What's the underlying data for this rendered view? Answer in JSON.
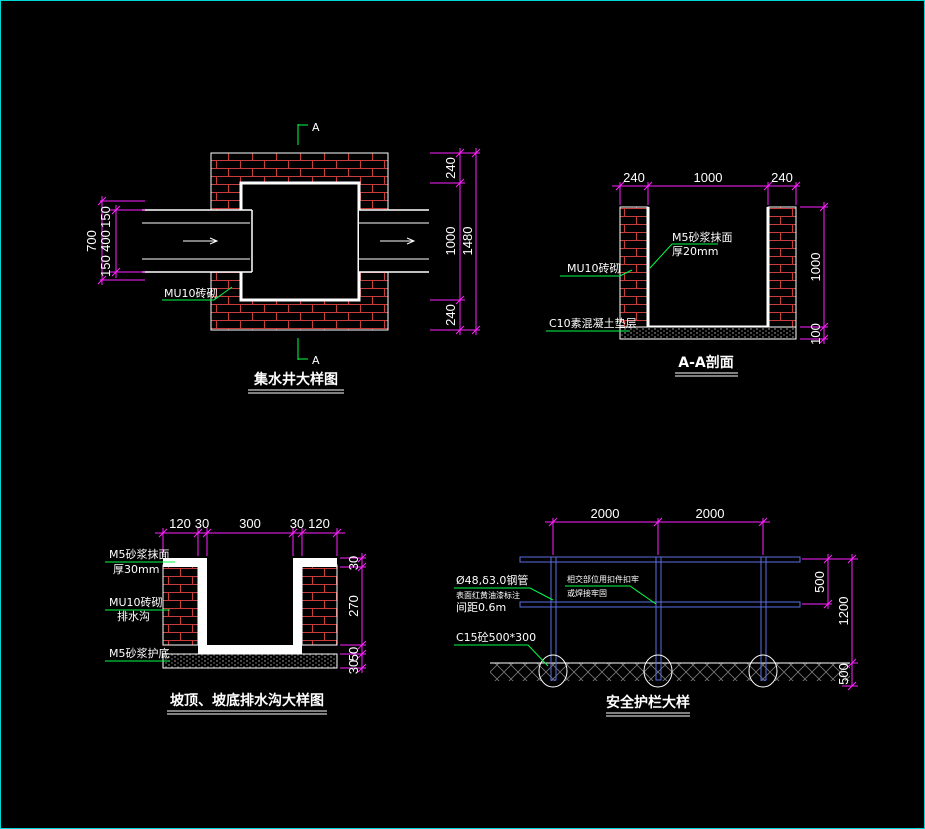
{
  "sump": {
    "title": "集水井大样图",
    "section_mark_top": "A",
    "section_mark_bottom": "A",
    "dim_right": [
      "240",
      "1000",
      "240"
    ],
    "dim_right_total": "1480",
    "dim_left": [
      "150",
      "400",
      "150"
    ],
    "dim_left_total": "700",
    "note_mu10": "MU10砖砌"
  },
  "section_aa": {
    "title": "A-A剖面",
    "dim_top": [
      "240",
      "1000",
      "240"
    ],
    "dim_right": [
      "1000",
      "100"
    ],
    "note_m5_line1": "M5砂浆抹面",
    "note_m5_line2": "厚20mm",
    "note_mu10": "MU10砖砌",
    "note_c10": "C10素混凝土垫层"
  },
  "ditch": {
    "title": "坡顶、坡底排水沟大样图",
    "dim_top": [
      "120",
      "30",
      "300",
      "30",
      "120"
    ],
    "dim_right": [
      "30",
      "270",
      "50",
      "30"
    ],
    "note_m5_line1": "M5砂浆抹面",
    "note_m5_line2": "厚30mm",
    "note_mu10_line1": "MU10砖砌",
    "note_mu10_line2": "排水沟",
    "note_m5_base": "M5砂浆护底"
  },
  "railing": {
    "title": "安全护栏大样",
    "dim_top": [
      "2000",
      "2000"
    ],
    "dim_right": [
      "500",
      "1200",
      "500"
    ],
    "note_pipe_line1": "Ø48,δ3.0钢管",
    "note_pipe_line2": "表面红黄油漆标注",
    "note_pipe_line3": "间距0.6m",
    "note_joint_line1": "相交部位用扣件扣牢",
    "note_joint_line2": "或焊接牢固",
    "note_c15": "C15砼500*300"
  },
  "colors": {
    "background": "#000000",
    "frame": "#00d8d8",
    "dimension": "#ff22ff",
    "leader": "#00ff44",
    "brick": "#c83c3c",
    "railing": "#5a6ee0"
  }
}
